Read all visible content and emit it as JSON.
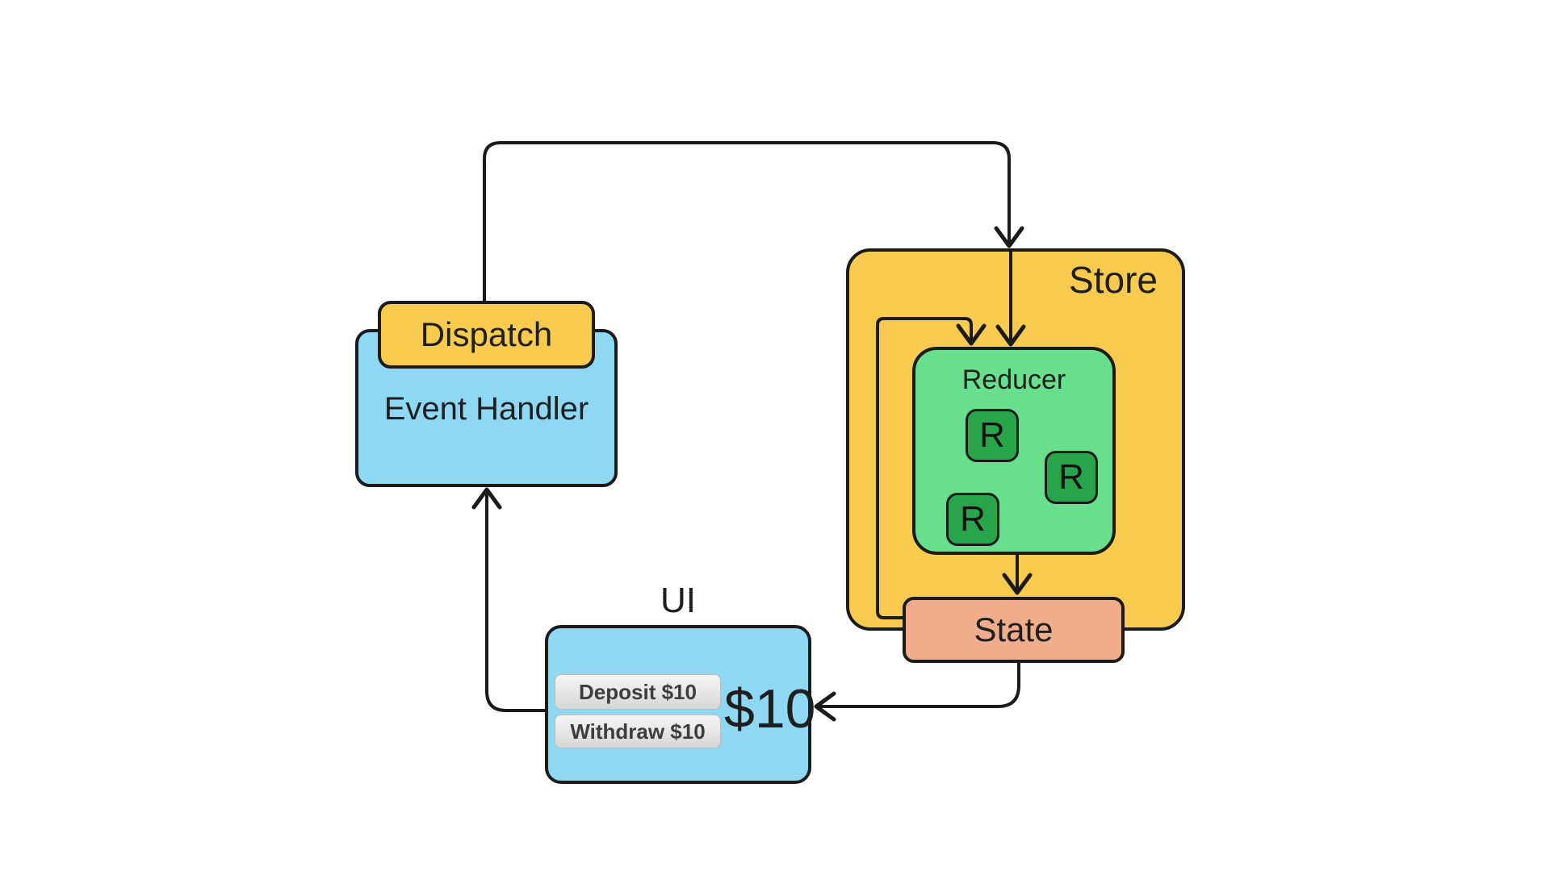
{
  "colors": {
    "background": "#ffffff",
    "box_yellow": "#f8ca4d",
    "box_blue": "#8fd8f3",
    "reducer_green": "#67df8d",
    "r_green": "#28a54b",
    "state_salmon": "#efad8b",
    "line": "#1b1b1b",
    "label_text": "#1f1f1f",
    "button_text": "#3d3d3d",
    "button_top": "#f5f5f5",
    "button_bottom": "#d6d6d6"
  },
  "nodes": {
    "dispatch": {
      "label": "Dispatch"
    },
    "event_handler": {
      "label": "Event Handler"
    },
    "store": {
      "label": "Store"
    },
    "reducer": {
      "label": "Reducer",
      "items": [
        "R",
        "R",
        "R"
      ]
    },
    "state": {
      "label": "State"
    },
    "ui": {
      "label": "UI",
      "buttons": [
        {
          "label": "Deposit $10"
        },
        {
          "label": "Withdraw $10"
        }
      ],
      "value": "$10"
    }
  },
  "edges": [
    {
      "from": "dispatch",
      "to": "store"
    },
    {
      "from": "store",
      "to": "reducer"
    },
    {
      "from": "state",
      "to": "reducer"
    },
    {
      "from": "reducer",
      "to": "state"
    },
    {
      "from": "state",
      "to": "ui"
    },
    {
      "from": "ui",
      "to": "event_handler"
    }
  ]
}
